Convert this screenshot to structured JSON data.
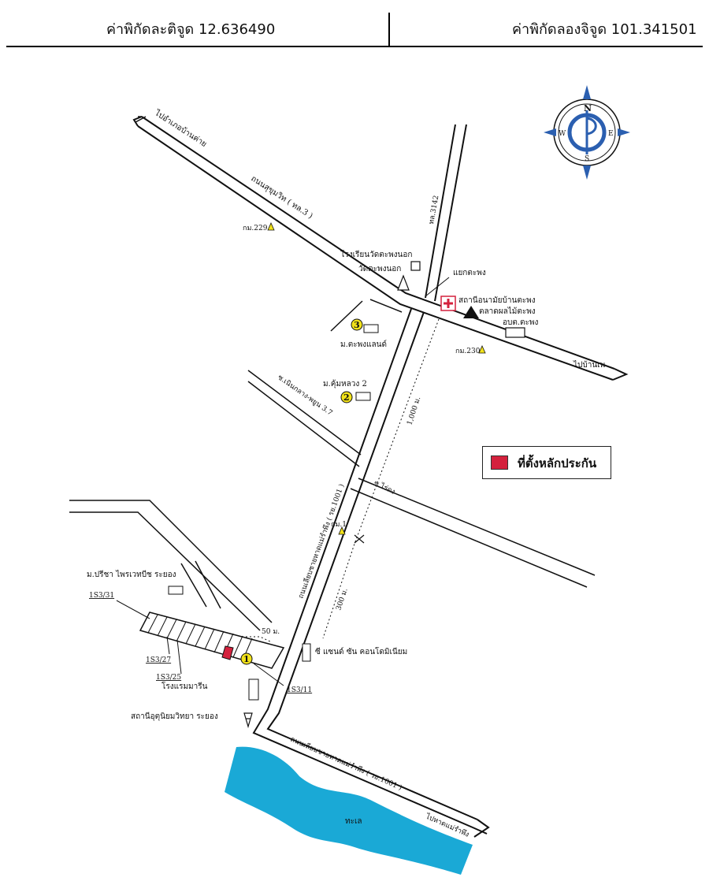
{
  "header": {
    "latitude_text": "ค่าพิกัดละติจูด 12.636490",
    "longitude_text": "ค่าพิกัดลองจิจูด 101.341501"
  },
  "compass": {
    "n": "N",
    "s": "S",
    "e": "E",
    "w": "W"
  },
  "legend": {
    "label": "ที่ตั้งหลักประกัน",
    "color": "#d4213d"
  },
  "roads": {
    "to_ban_phe_top": "ไปอำเภอบ้านค่าย",
    "sukhumvit": "ถนนสุขุมวิท ( ทล.3 )",
    "route_3142": "ทล.3142",
    "to_ban_phe_right": "ไปบ้านเพ",
    "phayun_road_upper": "ถนนเลียบชายหาดแม่รำพึง ( รย.1001 )",
    "phayun_road_lower": "ถนนเลียบชายหาดแม่รำพึง ( รย.1001 )",
    "to_mae_ramphueng": "ไปหาดแม่รำพึง",
    "soi_phayun": "ซ.เนินกลาง-พยูน 3.7",
    "soi_right": "ซ.ไร่ดง"
  },
  "places": {
    "km229": "กม.229",
    "school": "โรงเรียนวัดตะพงนอก",
    "temple": "วัดตะพงนอก",
    "junction": "แยกตะพง",
    "health_center": "สถานีอนามัยบ้านตะพง",
    "market": "ตลาดผลไม้ตะพง",
    "sao": "อบต.ตะพง",
    "km230": "กม.230",
    "village3": "ม.ตะพงแลนด์",
    "village2": "ม.คุ้มหลวง 2",
    "km1": "กม.1",
    "village_preecha": "ม.ปรีชา ไพรเวทบีช ระยอง",
    "condo": "ซี แซนด์ ซัน คอนโดมิเนียม",
    "hotel": "โรงแรมมารีน",
    "weather_station": "สถานีอุตุนิยมวิทยา ระยอง",
    "sea": "ทะเล"
  },
  "markers": {
    "m1": "1",
    "m2": "2",
    "m3": "3"
  },
  "distances": {
    "d1000": "1,000 ม.",
    "d300": "300 ม.",
    "d50": "50 ม."
  },
  "parcels": {
    "p3_31": "1S3/31",
    "p3_27": "1S3/27",
    "p3_25": "1S3/25",
    "p3_11": "1S3/11"
  },
  "colors": {
    "sea": "#1aa9d6",
    "collateral": "#d4213d",
    "marker": "#f2e21a",
    "compass_blue": "#2b5fb0"
  }
}
